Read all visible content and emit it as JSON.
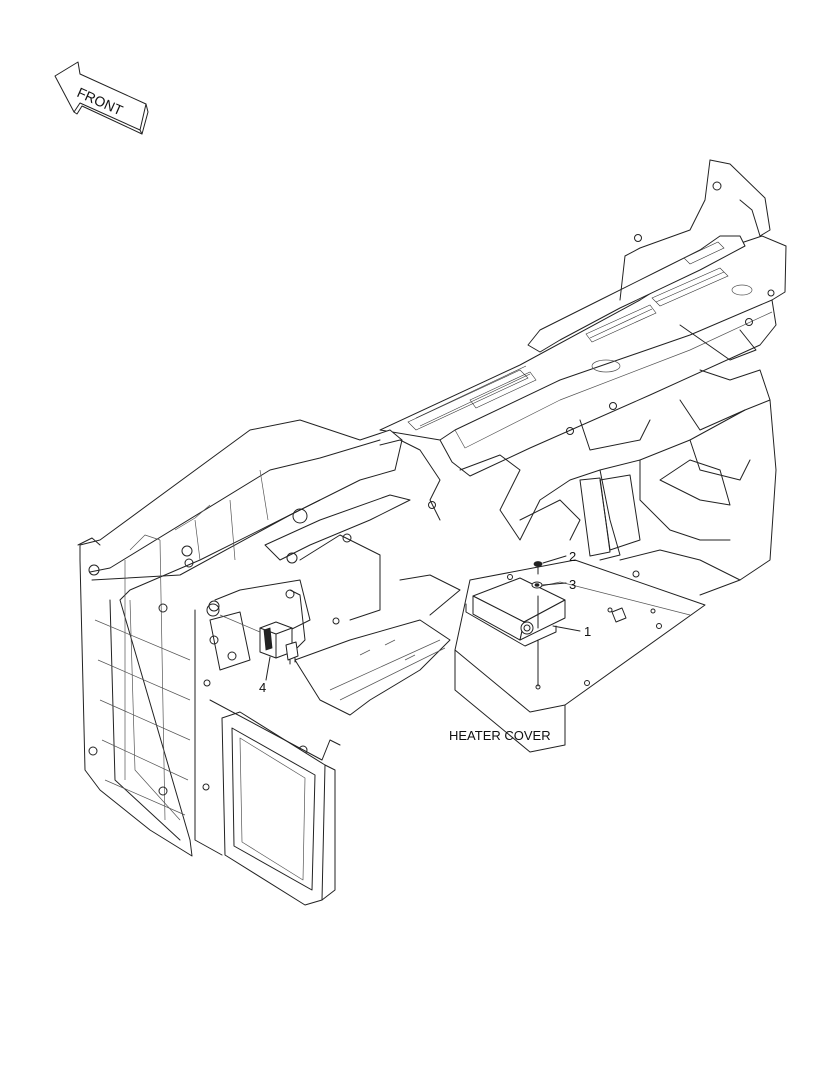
{
  "direction_label": "FRONT",
  "section_label": "HEATER COVER",
  "callouts": [
    "1",
    "2",
    "3",
    "4"
  ],
  "icons": [
    "front-direction-arrow-icon"
  ]
}
